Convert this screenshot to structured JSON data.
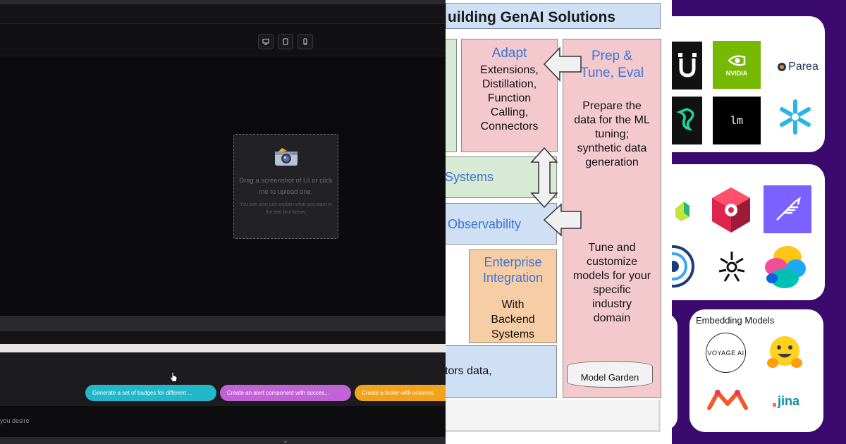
{
  "upload": {
    "prompt": "Drag a screenshot of UI or click me to upload one.",
    "hint": "You can also just explain what you want in the text box below."
  },
  "suggestions": [
    {
      "label": "Generate a set of badges for different ...",
      "color": "#22b7c9"
    },
    {
      "label": "Create an alert component with succes...",
      "color": "#c162d6"
    },
    {
      "label": "Create a footer with columns",
      "color": "#f2a31b"
    }
  ],
  "input": {
    "text": "you desire"
  },
  "colors": {
    "accent": "#3b74d6",
    "app_bg": "#0a0a0c",
    "right_bg": "#3b0a6e"
  },
  "diagram": {
    "title": "uilding GenAI Solutions",
    "adapt_title": "Adapt",
    "adapt_body": [
      "Extensions,",
      "Distillation,",
      "Function",
      "Calling,",
      "Connectors"
    ],
    "prep_title": [
      "Prep &",
      "Tune, Eval"
    ],
    "prep_body": [
      "Prepare the",
      "data for the ML",
      "tuning;",
      "synthetic data",
      "generation"
    ],
    "tune_body": [
      "Tune and",
      "customize",
      "models for your",
      "specific",
      "industry",
      "domain"
    ],
    "systems": "Systems",
    "observability": "Observability",
    "enterprise_title": [
      "Enterprise",
      "Integration"
    ],
    "enterprise_body": [
      "With",
      "Backend",
      "Systems"
    ],
    "tors_data": "tors  data,",
    "model_garden": "Model Garden"
  },
  "logos": {
    "nvidia": "NVIDIA",
    "parea": "Parea",
    "lm": "lm",
    "embedding_caption": "Embedding Models",
    "voyage": "VOYAGE AI",
    "jina": "jina"
  }
}
